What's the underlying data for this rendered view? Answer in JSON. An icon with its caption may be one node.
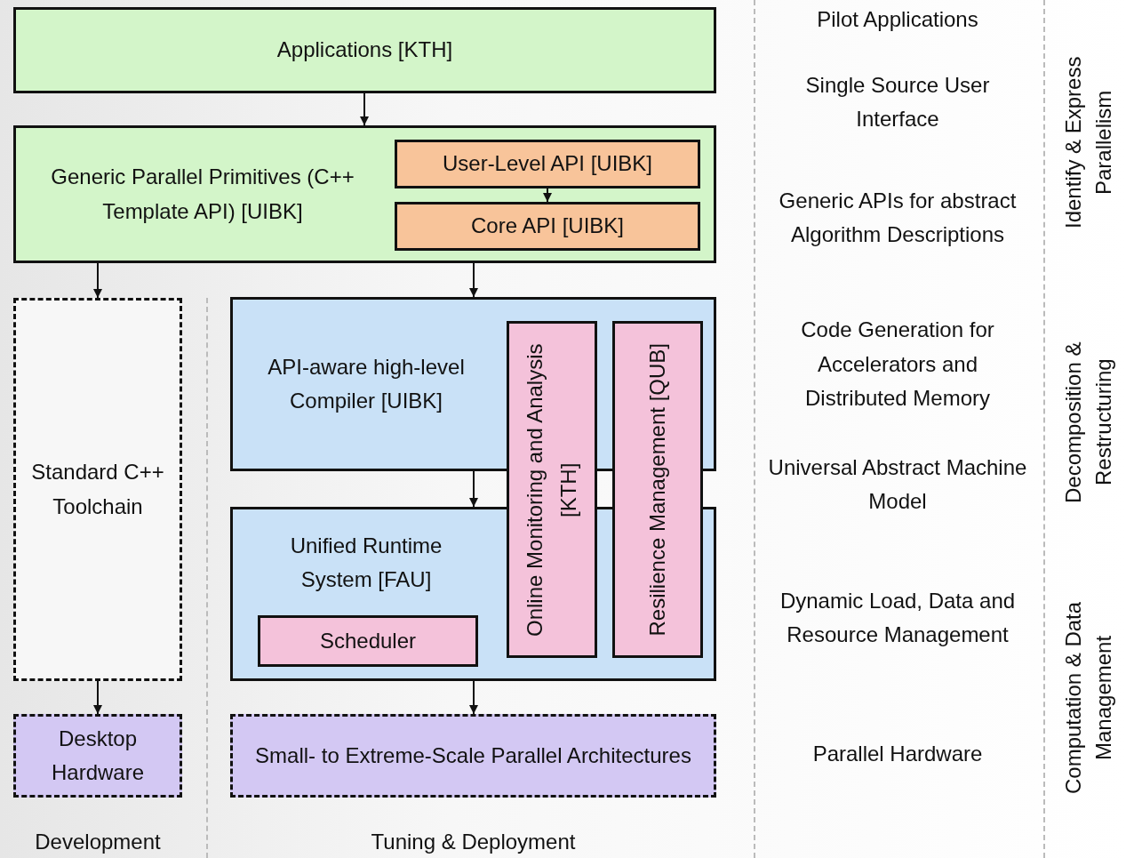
{
  "diagram": {
    "nodes": [
      {
        "text": [
          "Applications [KTH]"
        ]
      },
      {
        "text": [
          "Generic Parallel Primitives (C++ Template API) [UIBK]"
        ]
      },
      {
        "text": [
          "User-Level API [UIBK]"
        ],
        "in": 1
      },
      {
        "text": [
          "Core API [UIBK]"
        ],
        "in": 1
      },
      {
        "text": [
          "Standard C++ Toolchain"
        ]
      },
      {
        "text": [
          "API-aware high-level Compiler [UIBK]"
        ]
      },
      {
        "text": [
          "Unified Runtime System [FAU]"
        ]
      },
      {
        "text": [
          "Scheduler"
        ],
        "in": 6
      },
      {
        "text": [
          "Online Monitoring and Analysis [KTH]"
        ]
      },
      {
        "text": [
          "Resilience Management [QUB]"
        ]
      },
      {
        "text": [
          "Desktop Hardware"
        ]
      },
      {
        "text": [
          "Small- to Extreme-Scale Parallel Architectures"
        ]
      }
    ],
    "edges": [
      {
        "from": 0,
        "to": 1,
        "arrow": "to"
      },
      {
        "from": 2,
        "to": 3,
        "arrow": "to"
      },
      {
        "from": 1,
        "to": 4,
        "arrow": "to"
      },
      {
        "from": 1,
        "to": 5,
        "arrow": "to"
      },
      {
        "from": 5,
        "to": 6,
        "arrow": "to"
      },
      {
        "from": 4,
        "to": 10,
        "arrow": "to"
      },
      {
        "from": 6,
        "to": 11,
        "arrow": "to"
      }
    ],
    "labels": [
      "Pilot Applications",
      "Single Source User Interface",
      "Generic APIs for abstract Algorithm Descriptions",
      "Code Generation for Accelerators and Distributed Memory",
      "Universal Abstract Machine Model",
      "Dynamic Load, Data and Resource Management",
      "Parallel Hardware",
      "Identify & Express Parallelism",
      "Decomposition & Restructuring",
      "Computation & Data Management",
      "Development",
      "Tuning & Deployment"
    ]
  }
}
